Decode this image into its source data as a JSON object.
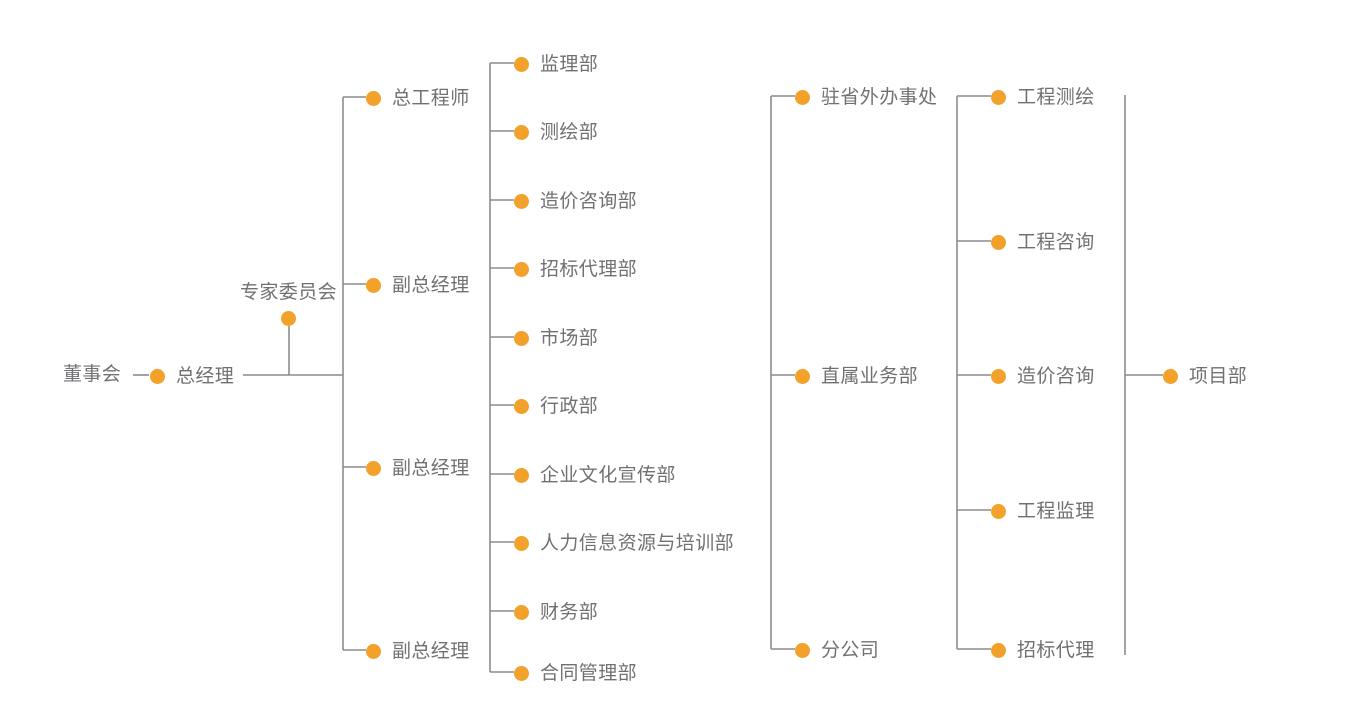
{
  "chart_title": "",
  "palette": {
    "node_dot": "#f2a22a",
    "connector_line": "#8c8c8c",
    "label_text": "#6f7173",
    "background": "#ffffff"
  },
  "levels": {
    "level1_label": "董事会",
    "level2_label": "总经理",
    "committee_label": "专家委员会"
  },
  "executives": [
    {
      "label": "总工程师"
    },
    {
      "label": "副总经理"
    },
    {
      "label": "副总经理"
    },
    {
      "label": "副总经理"
    }
  ],
  "departments": [
    {
      "label": "监理部"
    },
    {
      "label": "测绘部"
    },
    {
      "label": "造价咨询部"
    },
    {
      "label": "招标代理部"
    },
    {
      "label": "市场部"
    },
    {
      "label": "行政部"
    },
    {
      "label": "企业文化宣传部"
    },
    {
      "label": "人力信息资源与培训部"
    },
    {
      "label": "财务部"
    },
    {
      "label": "合同管理部"
    }
  ],
  "business_units": [
    {
      "label": "驻省外办事处"
    },
    {
      "label": "直属业务部"
    },
    {
      "label": "分公司"
    }
  ],
  "services": [
    {
      "label": "工程测绘"
    },
    {
      "label": "工程咨询"
    },
    {
      "label": "造价咨询"
    },
    {
      "label": "工程监理"
    },
    {
      "label": "招标代理"
    }
  ],
  "project": {
    "label": "项目部"
  }
}
